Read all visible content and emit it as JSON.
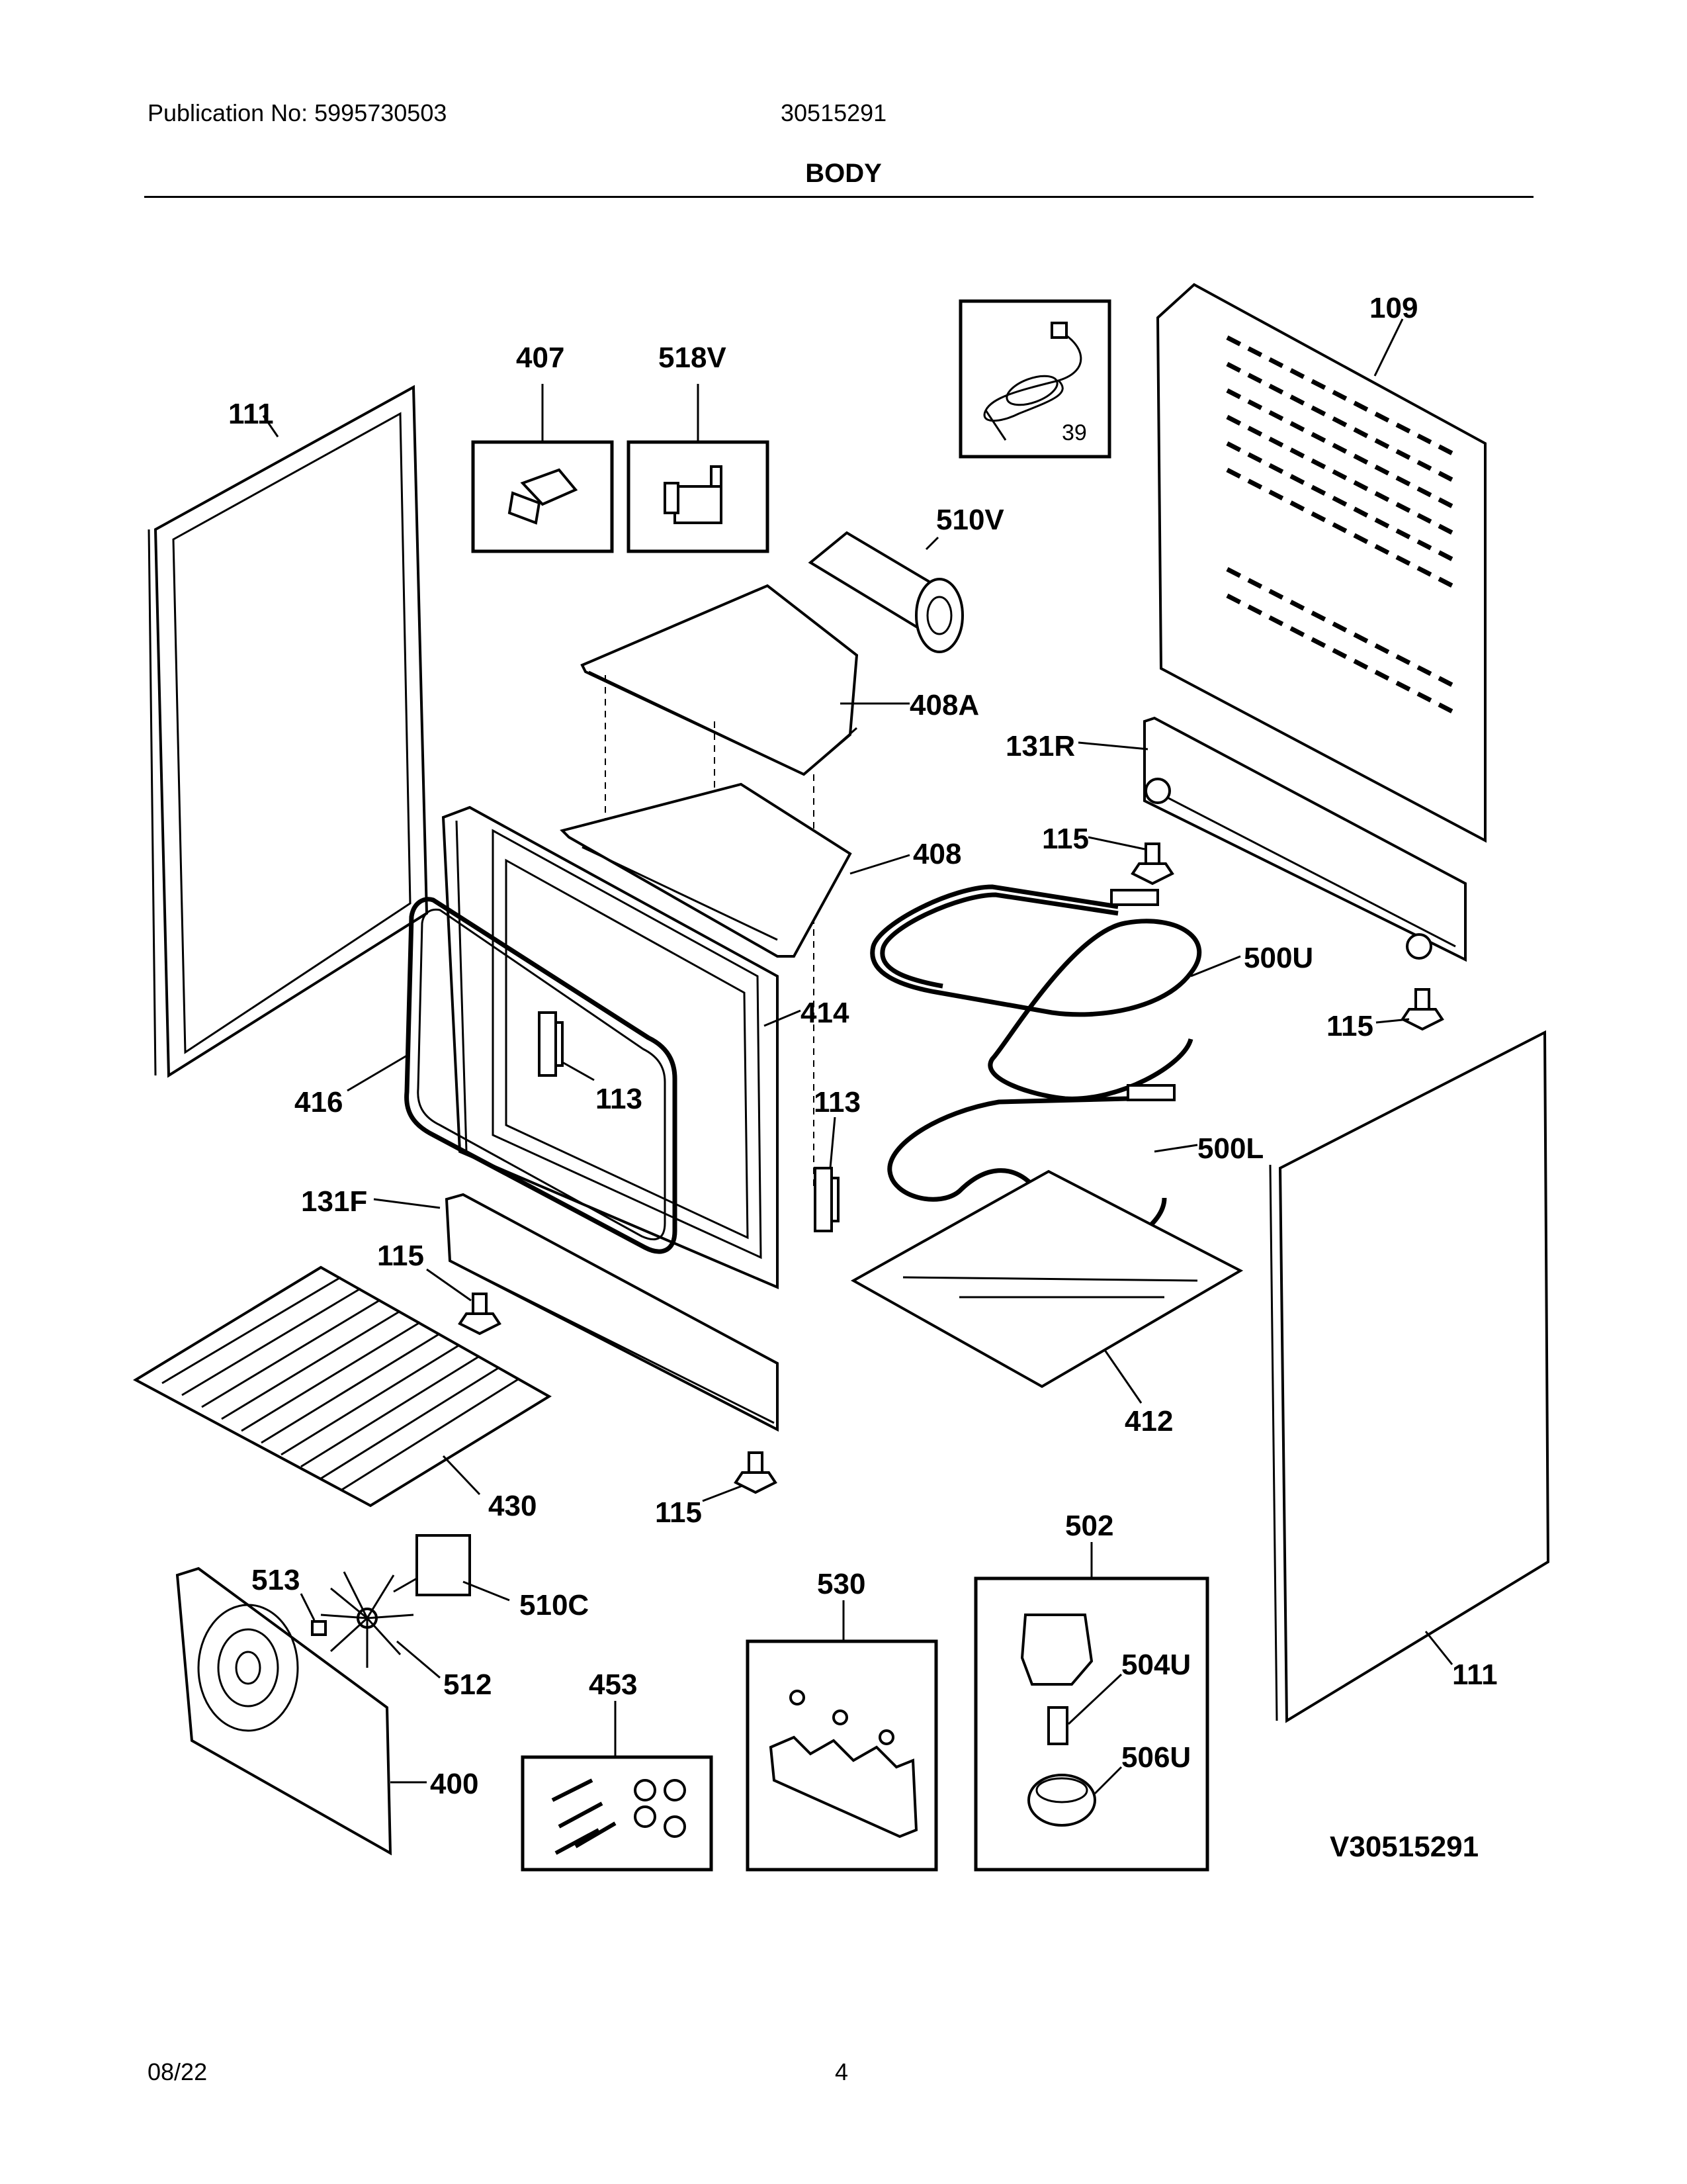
{
  "header": {
    "publication": "Publication No: 5995730503",
    "model": "30515291",
    "section_title": "BODY"
  },
  "footer": {
    "date": "08/22",
    "page": "4"
  },
  "diagram_code": "V30515291",
  "callouts": {
    "p109": "109",
    "p111_left": "111",
    "p111_right": "111",
    "p407": "407",
    "p518v": "518V",
    "p39": "39",
    "p510v": "510V",
    "p408a": "408A",
    "p131r": "131R",
    "p408": "408",
    "p115_a": "115",
    "p500u": "500U",
    "p115_b": "115",
    "p414": "414",
    "p416": "416",
    "p113_a": "113",
    "p113_b": "113",
    "p500l": "500L",
    "p131f": "131F",
    "p115_c": "115",
    "p412": "412",
    "p430": "430",
    "p115_d": "115",
    "p502": "502",
    "p513": "513",
    "p510c": "510C",
    "p530": "530",
    "p512": "512",
    "p453": "453",
    "p504u": "504U",
    "p506u": "506U",
    "p400": "400"
  }
}
